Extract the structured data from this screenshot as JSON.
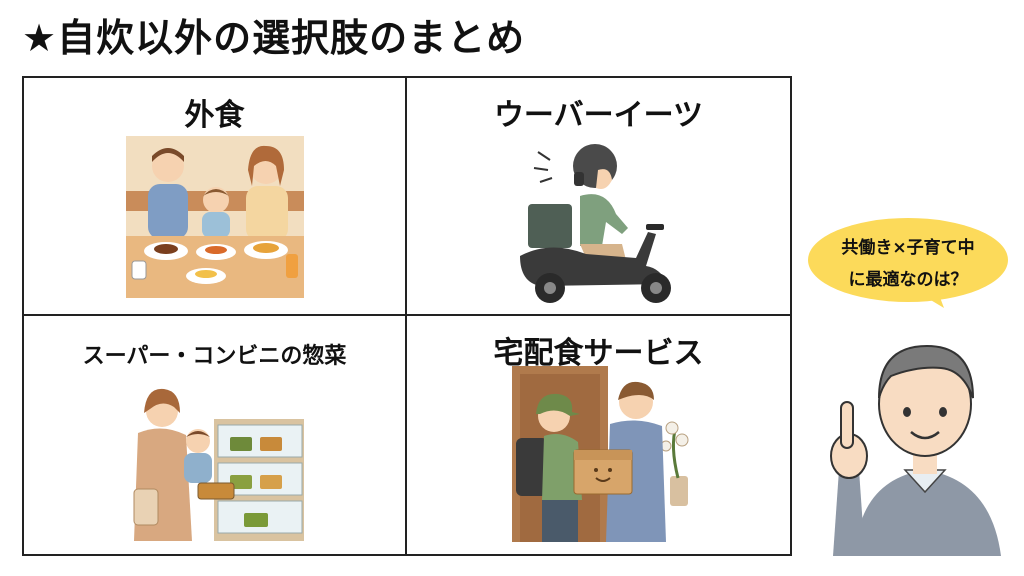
{
  "title": "★自炊以外の選択肢のまとめ",
  "cells": [
    {
      "label": "外食",
      "icon": "family-dining-illustration"
    },
    {
      "label": "ウーバーイーツ",
      "icon": "scooter-delivery-illustration"
    },
    {
      "label": "スーパー・コンビニの惣菜",
      "icon": "supermarket-deli-illustration"
    },
    {
      "label": "宅配食サービス",
      "icon": "meal-delivery-service-illustration"
    }
  ],
  "bubble": {
    "line1": "共働き×子育て中",
    "line2": "に最適なのは？",
    "color": "#FCDA5A"
  },
  "colors": {
    "border": "#222222",
    "tan": "#F2DEC0",
    "gray": "#8E98A6"
  }
}
